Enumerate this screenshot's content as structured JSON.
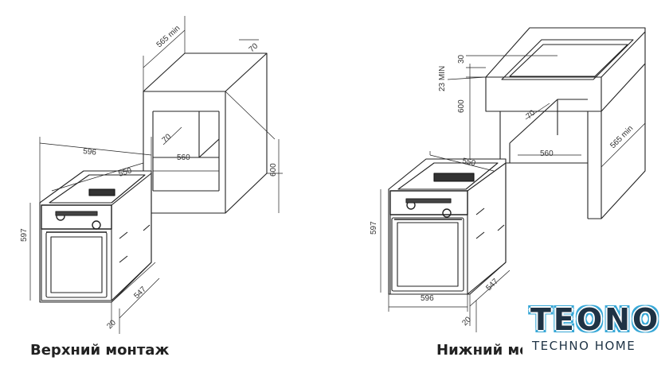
{
  "left_diagram": {
    "caption": "Верхний монтаж",
    "dimensions": {
      "niche_depth": "565 min",
      "niche_top": "70",
      "niche_height": "600",
      "niche_inner_depth": "70",
      "niche_width": "560",
      "oven_width": "596",
      "oven_depth_top": "550",
      "oven_height": "597",
      "oven_depth_side": "547",
      "front_panel": "20"
    }
  },
  "right_diagram": {
    "caption": "Нижний монтаж",
    "dimensions": {
      "top_gap": "30",
      "min_gap": "23 MIN",
      "niche_height": "600",
      "niche_inner_depth": "70",
      "niche_width": "560",
      "niche_depth": "565 min",
      "oven_depth_top": "550",
      "oven_height": "597",
      "oven_width": "596",
      "oven_depth_side": "547",
      "front_panel": "20"
    }
  },
  "brand": {
    "name": "TEONO",
    "tagline": "TECHNO HOME",
    "colors": {
      "text": "#1f3345",
      "outline": "#37a7d6"
    }
  }
}
